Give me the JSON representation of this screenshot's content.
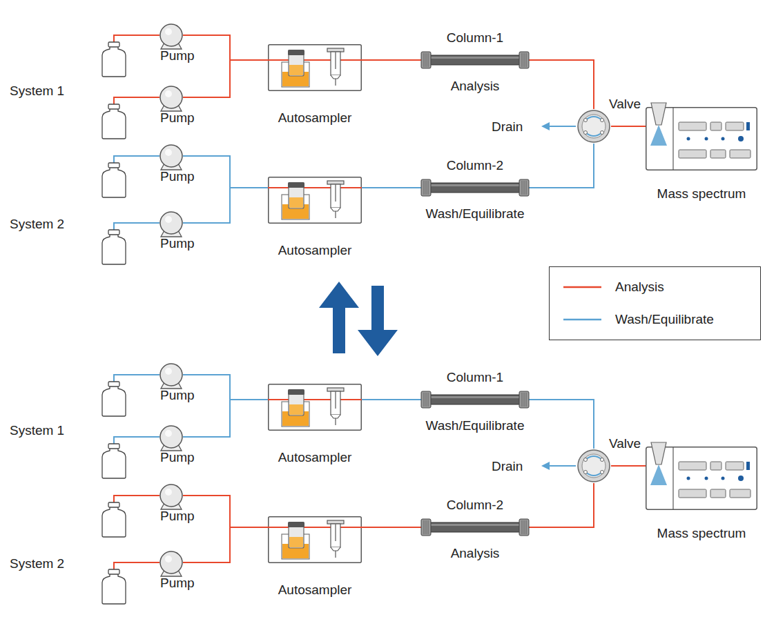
{
  "diagram": {
    "nodes": [
      {
        "text": [
          "Pump"
        ]
      },
      {
        "text": [
          "Pump"
        ]
      },
      {
        "text": [
          "Autosampler"
        ]
      },
      {
        "text": [
          "Column-1",
          "Analysis"
        ]
      },
      {
        "text": [
          "Pump"
        ]
      },
      {
        "text": [
          "Pump"
        ]
      },
      {
        "text": [
          "Autosampler"
        ]
      },
      {
        "text": [
          "Column-2",
          "Wash/Equilibrate"
        ]
      },
      {
        "text": [
          "Valve"
        ]
      },
      {
        "text": [
          "Mass spectrum"
        ]
      },
      {
        "text": [
          "Pump"
        ]
      },
      {
        "text": [
          "Pump"
        ]
      },
      {
        "text": [
          "Autosampler"
        ]
      },
      {
        "text": [
          "Column-1",
          "Wash/Equilibrate"
        ]
      },
      {
        "text": [
          "Pump"
        ]
      },
      {
        "text": [
          "Pump"
        ]
      },
      {
        "text": [
          "Autosampler"
        ]
      },
      {
        "text": [
          "Column-2",
          "Analysis"
        ]
      },
      {
        "text": [
          "Valve"
        ]
      },
      {
        "text": [
          "Mass spectrum"
        ]
      }
    ],
    "edges": [
      {
        "from": 0,
        "to": 2,
        "arrow": "none"
      },
      {
        "from": 1,
        "to": 2,
        "arrow": "none"
      },
      {
        "from": 2,
        "to": 3,
        "arrow": "none"
      },
      {
        "from": 3,
        "to": 8,
        "arrow": "none"
      },
      {
        "from": 4,
        "to": 6,
        "arrow": "none"
      },
      {
        "from": 5,
        "to": 6,
        "arrow": "none"
      },
      {
        "from": 6,
        "to": 7,
        "arrow": "none"
      },
      {
        "from": 7,
        "to": 8,
        "arrow": "none"
      },
      {
        "from": 8,
        "to": 9,
        "arrow": "none"
      },
      {
        "from": 10,
        "to": 12,
        "arrow": "none"
      },
      {
        "from": 11,
        "to": 12,
        "arrow": "none"
      },
      {
        "from": 12,
        "to": 13,
        "arrow": "none"
      },
      {
        "from": 13,
        "to": 18,
        "arrow": "none"
      },
      {
        "from": 14,
        "to": 16,
        "arrow": "none"
      },
      {
        "from": 15,
        "to": 16,
        "arrow": "none"
      },
      {
        "from": 16,
        "to": 17,
        "arrow": "none"
      },
      {
        "from": 17,
        "to": 18,
        "arrow": "none"
      },
      {
        "from": 18,
        "to": 19,
        "arrow": "none"
      }
    ],
    "labels": [
      "System 1",
      "System 2",
      "Drain",
      "System 1",
      "System 2",
      "Drain"
    ],
    "legend": [
      {
        "text": "Analysis"
      },
      {
        "text": "Wash/Equilibrate"
      }
    ]
  }
}
